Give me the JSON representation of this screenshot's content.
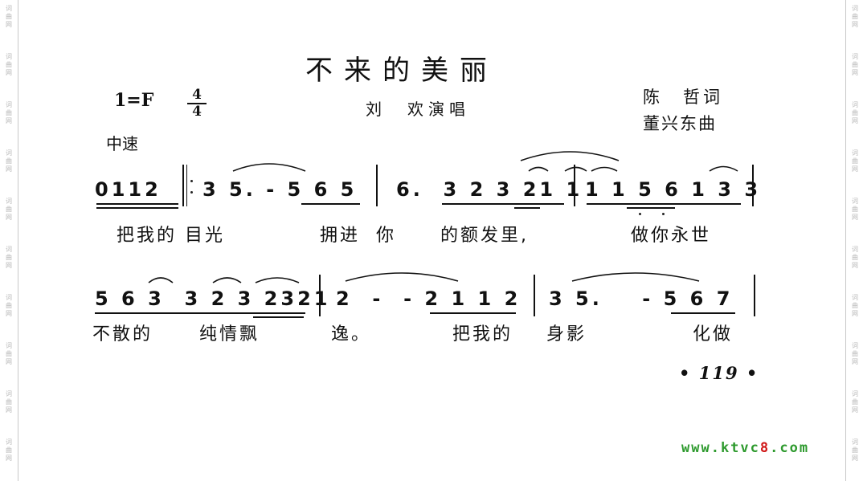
{
  "watermark": {
    "chars": "词\n曲\n网"
  },
  "song": {
    "title": "不来的美丽",
    "key": "1=F",
    "time_top": "4",
    "time_bottom": "4",
    "singer": "刘　欢演唱",
    "lyricist": "陈　哲词",
    "composer": "董兴东曲",
    "tempo": "中速"
  },
  "line1": {
    "pickup": "0112",
    "m1": "3 5. - 5 6 5",
    "m2": "6.  3 2 3 21 1",
    "m3": "1 1 5 6 1 3 3",
    "lyric_a": "把我的 目光",
    "lyric_b": "拥进  你",
    "lyric_c": "的额发里,",
    "lyric_d": "做你永世"
  },
  "line2": {
    "m1": "5 6 3  3 2 3 2321",
    "m2": "2  -  - 2 1 1 2",
    "m3": "3 5.    - 5 6 7",
    "lyric_a": "不散的",
    "lyric_b": "纯情飘",
    "lyric_c": "逸。",
    "lyric_d": "把我的",
    "lyric_e": "身影",
    "lyric_f": "化做"
  },
  "page_number": "• 119 •",
  "site": "www.ktvc8.com",
  "colors": {
    "ink": "#111111",
    "site_green": "#2e9a2e",
    "site_red": "#d01818",
    "watermark": "#b8b8b8"
  }
}
